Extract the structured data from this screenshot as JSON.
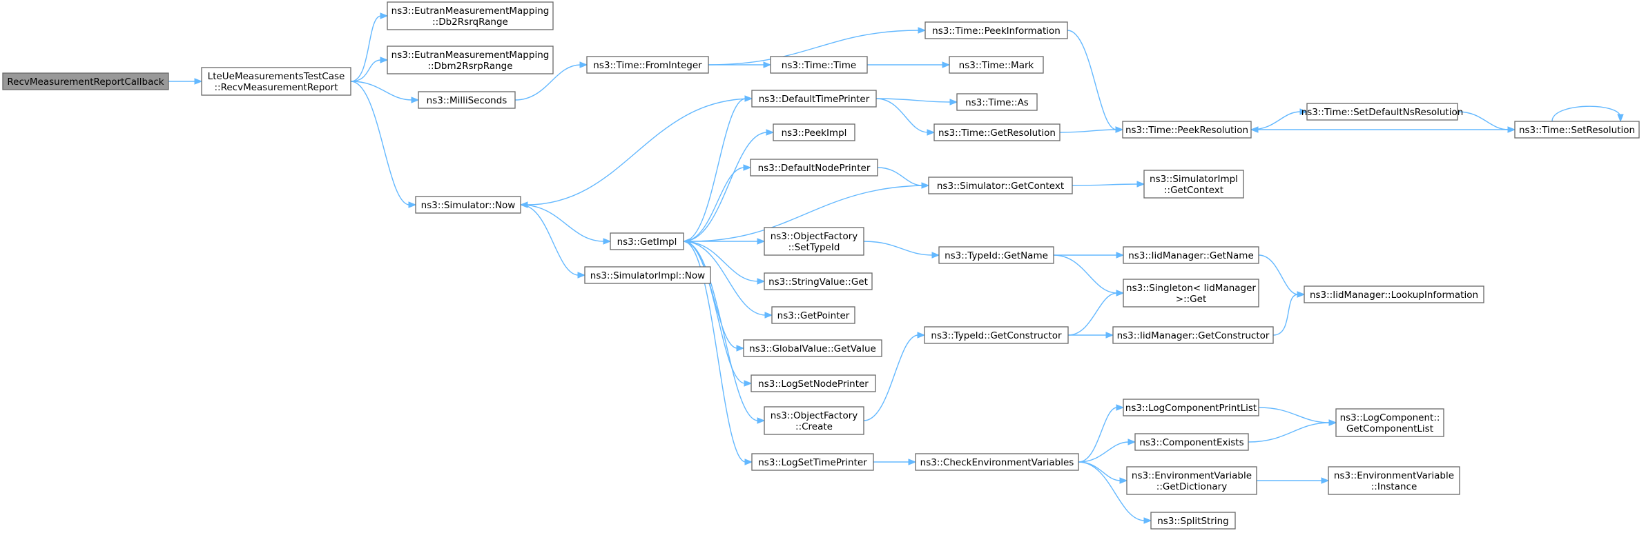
{
  "diagram": {
    "edge_color": "#63b8ff",
    "node_border_color": "#666666",
    "root_fill_color": "#999999",
    "nodes": [
      {
        "id": "recv_cb",
        "lines": [
          "RecvMeasurementReportCallback"
        ],
        "root": true
      },
      {
        "id": "lte_recv",
        "lines": [
          "LteUeMeasurementsTestCase",
          "::RecvMeasurementReport"
        ]
      },
      {
        "id": "db2rsrq",
        "lines": [
          "ns3::EutranMeasurementMapping",
          "::Db2RsrqRange"
        ]
      },
      {
        "id": "dbm2rsrp",
        "lines": [
          "ns3::EutranMeasurementMapping",
          "::Dbm2RsrpRange"
        ]
      },
      {
        "id": "millis",
        "lines": [
          "ns3::MilliSeconds"
        ]
      },
      {
        "id": "sim_now",
        "lines": [
          "ns3::Simulator::Now"
        ]
      },
      {
        "id": "from_int",
        "lines": [
          "ns3::Time::FromInteger"
        ]
      },
      {
        "id": "peek_info",
        "lines": [
          "ns3::Time::PeekInformation"
        ]
      },
      {
        "id": "time_time",
        "lines": [
          "ns3::Time::Time"
        ]
      },
      {
        "id": "time_mark",
        "lines": [
          "ns3::Time::Mark"
        ]
      },
      {
        "id": "def_time_printer",
        "lines": [
          "ns3::DefaultTimePrinter"
        ]
      },
      {
        "id": "time_as",
        "lines": [
          "ns3::Time::As"
        ]
      },
      {
        "id": "get_resolution",
        "lines": [
          "ns3::Time::GetResolution"
        ]
      },
      {
        "id": "peek_resolution",
        "lines": [
          "ns3::Time::PeekResolution"
        ]
      },
      {
        "id": "set_default_ns",
        "lines": [
          "ns3::Time::SetDefaultNsResolution"
        ]
      },
      {
        "id": "set_resolution",
        "lines": [
          "ns3::Time::SetResolution"
        ]
      },
      {
        "id": "peek_impl",
        "lines": [
          "ns3::PeekImpl"
        ]
      },
      {
        "id": "def_node_printer",
        "lines": [
          "ns3::DefaultNodePrinter"
        ]
      },
      {
        "id": "get_context",
        "lines": [
          "ns3::Simulator::GetContext"
        ]
      },
      {
        "id": "simimpl_get_context",
        "lines": [
          "ns3::SimulatorImpl",
          "::GetContext"
        ]
      },
      {
        "id": "get_impl",
        "lines": [
          "ns3::GetImpl"
        ]
      },
      {
        "id": "simimpl_now",
        "lines": [
          "ns3::SimulatorImpl::Now"
        ]
      },
      {
        "id": "of_settypeid",
        "lines": [
          "ns3::ObjectFactory",
          "::SetTypeId"
        ]
      },
      {
        "id": "typeid_getname",
        "lines": [
          "ns3::TypeId::GetName"
        ]
      },
      {
        "id": "iid_getname",
        "lines": [
          "ns3::IidManager::GetName"
        ]
      },
      {
        "id": "string_get",
        "lines": [
          "ns3::StringValue::Get"
        ]
      },
      {
        "id": "singleton_get",
        "lines": [
          "ns3::Singleton< IidManager",
          " >::Get"
        ]
      },
      {
        "id": "iid_lookup",
        "lines": [
          "ns3::IidManager::LookupInformation"
        ]
      },
      {
        "id": "get_pointer",
        "lines": [
          "ns3::GetPointer"
        ]
      },
      {
        "id": "typeid_getctor",
        "lines": [
          "ns3::TypeId::GetConstructor"
        ]
      },
      {
        "id": "iid_getctor",
        "lines": [
          "ns3::IidManager::GetConstructor"
        ]
      },
      {
        "id": "global_getvalue",
        "lines": [
          "ns3::GlobalValue::GetValue"
        ]
      },
      {
        "id": "log_set_node_printer",
        "lines": [
          "ns3::LogSetNodePrinter"
        ]
      },
      {
        "id": "of_create",
        "lines": [
          "ns3::ObjectFactory",
          "::Create"
        ]
      },
      {
        "id": "log_comp_print_list",
        "lines": [
          "ns3::LogComponentPrintList"
        ]
      },
      {
        "id": "logcomp_getlist",
        "lines": [
          "ns3::LogComponent::",
          "GetComponentList"
        ]
      },
      {
        "id": "component_exists",
        "lines": [
          "ns3::ComponentExists"
        ]
      },
      {
        "id": "log_set_time_printer",
        "lines": [
          "ns3::LogSetTimePrinter"
        ]
      },
      {
        "id": "check_env",
        "lines": [
          "ns3::CheckEnvironmentVariables"
        ]
      },
      {
        "id": "envvar_getdict",
        "lines": [
          "ns3::EnvironmentVariable",
          "::GetDictionary"
        ]
      },
      {
        "id": "envvar_instance",
        "lines": [
          "ns3::EnvironmentVariable",
          "::Instance"
        ]
      },
      {
        "id": "split_string",
        "lines": [
          "ns3::SplitString"
        ]
      }
    ],
    "edges": [
      [
        "recv_cb",
        "lte_recv"
      ],
      [
        "lte_recv",
        "db2rsrq"
      ],
      [
        "lte_recv",
        "dbm2rsrp"
      ],
      [
        "lte_recv",
        "millis"
      ],
      [
        "lte_recv",
        "sim_now"
      ],
      [
        "millis",
        "from_int"
      ],
      [
        "from_int",
        "peek_info"
      ],
      [
        "from_int",
        "time_time"
      ],
      [
        "time_time",
        "time_mark"
      ],
      [
        "peek_info",
        "peek_resolution"
      ],
      [
        "def_time_printer",
        "time_as"
      ],
      [
        "def_time_printer",
        "get_resolution"
      ],
      [
        "def_time_printer",
        "sim_now"
      ],
      [
        "get_resolution",
        "peek_resolution"
      ],
      [
        "peek_resolution",
        "set_default_ns"
      ],
      [
        "set_default_ns",
        "set_resolution"
      ],
      [
        "set_resolution",
        "peek_resolution"
      ],
      [
        "set_resolution",
        "set_resolution"
      ],
      [
        "sim_now",
        "get_impl"
      ],
      [
        "sim_now",
        "simimpl_now"
      ],
      [
        "get_impl",
        "def_time_printer"
      ],
      [
        "get_impl",
        "peek_impl"
      ],
      [
        "get_impl",
        "def_node_printer"
      ],
      [
        "get_impl",
        "of_settypeid"
      ],
      [
        "get_impl",
        "string_get"
      ],
      [
        "get_impl",
        "get_pointer"
      ],
      [
        "get_impl",
        "global_getvalue"
      ],
      [
        "get_impl",
        "log_set_node_printer"
      ],
      [
        "get_impl",
        "of_create"
      ],
      [
        "get_impl",
        "log_set_time_printer"
      ],
      [
        "def_node_printer",
        "get_context"
      ],
      [
        "get_context",
        "simimpl_get_context"
      ],
      [
        "get_context",
        "get_impl"
      ],
      [
        "of_settypeid",
        "typeid_getname"
      ],
      [
        "typeid_getname",
        "iid_getname"
      ],
      [
        "typeid_getname",
        "singleton_get"
      ],
      [
        "iid_getname",
        "iid_lookup"
      ],
      [
        "of_create",
        "typeid_getctor"
      ],
      [
        "typeid_getctor",
        "singleton_get"
      ],
      [
        "typeid_getctor",
        "iid_getctor"
      ],
      [
        "iid_getctor",
        "iid_lookup"
      ],
      [
        "log_set_time_printer",
        "check_env"
      ],
      [
        "check_env",
        "log_comp_print_list"
      ],
      [
        "check_env",
        "component_exists"
      ],
      [
        "check_env",
        "envvar_getdict"
      ],
      [
        "check_env",
        "split_string"
      ],
      [
        "log_comp_print_list",
        "logcomp_getlist"
      ],
      [
        "component_exists",
        "logcomp_getlist"
      ],
      [
        "envvar_getdict",
        "envvar_instance"
      ]
    ]
  }
}
